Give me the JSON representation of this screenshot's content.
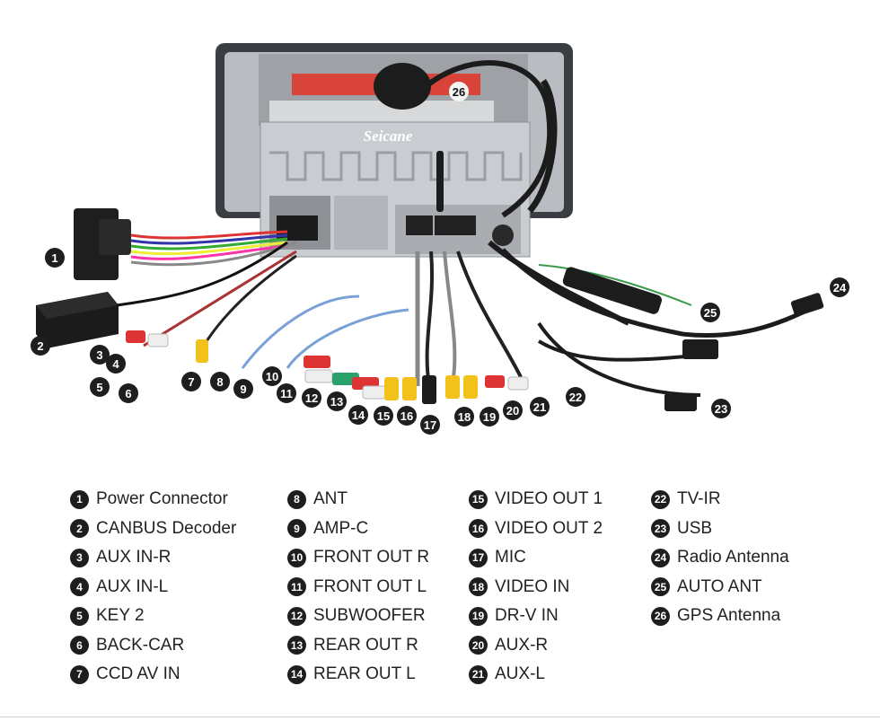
{
  "brand": "Seicane",
  "legend": [
    {
      "n": "1",
      "label": "Power Connector"
    },
    {
      "n": "2",
      "label": "CANBUS Decoder"
    },
    {
      "n": "3",
      "label": "AUX IN-R"
    },
    {
      "n": "4",
      "label": "AUX IN-L"
    },
    {
      "n": "5",
      "label": "KEY 2"
    },
    {
      "n": "6",
      "label": "BACK-CAR"
    },
    {
      "n": "7",
      "label": "CCD AV IN"
    },
    {
      "n": "8",
      "label": "ANT"
    },
    {
      "n": "9",
      "label": "AMP-C"
    },
    {
      "n": "10",
      "label": "FRONT OUT R"
    },
    {
      "n": "11",
      "label": "FRONT OUT L"
    },
    {
      "n": "12",
      "label": "SUBWOOFER"
    },
    {
      "n": "13",
      "label": "REAR OUT R"
    },
    {
      "n": "14",
      "label": "REAR OUT L"
    },
    {
      "n": "15",
      "label": "VIDEO OUT 1"
    },
    {
      "n": "16",
      "label": "VIDEO OUT 2"
    },
    {
      "n": "17",
      "label": "MIC"
    },
    {
      "n": "18",
      "label": "VIDEO IN"
    },
    {
      "n": "19",
      "label": "DR-V IN"
    },
    {
      "n": "20",
      "label": "AUX-R"
    },
    {
      "n": "21",
      "label": "AUX-L"
    },
    {
      "n": "22",
      "label": "TV-IR"
    },
    {
      "n": "23",
      "label": "USB"
    },
    {
      "n": "24",
      "label": "Radio Antenna"
    },
    {
      "n": "25",
      "label": "AUTO ANT"
    },
    {
      "n": "26",
      "label": "GPS Antenna"
    }
  ]
}
